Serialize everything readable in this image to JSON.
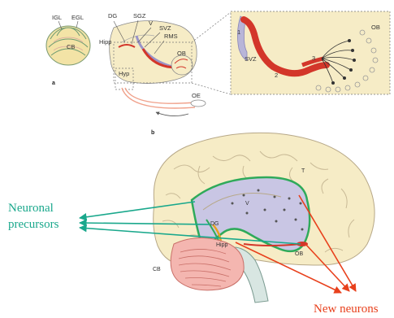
{
  "panels": {
    "a": "a",
    "b": "b"
  },
  "panel_a": {
    "labels": {
      "igl": "IGL",
      "egl": "EGL",
      "cb": "CB",
      "dg": "DG",
      "sgz": "SGZ",
      "v": "V",
      "svz": "SVZ",
      "rms": "RMS",
      "hipp": "Hipp",
      "hyp": "Hyp",
      "ob": "OB",
      "oe": "OE"
    },
    "inset": {
      "svz": "SVZ",
      "ob": "OB",
      "step1": "1",
      "step2": "2",
      "step3": "3"
    }
  },
  "panel_b": {
    "labels": {
      "t": "T",
      "v": "V",
      "dg": "DG",
      "hipp": "Hipp",
      "ob": "OB",
      "cb": "CB"
    }
  },
  "annotations": {
    "neuronal_precursors_line1": "Neuronal",
    "neuronal_precursors_line2": "precursors",
    "new_neurons": "New neurons"
  },
  "colors": {
    "precursor_arrows": "#1aa88c",
    "new_neuron_arrows": "#e8401c",
    "ventricle_fill": "#c9c6e4",
    "rms_red": "#d3362a",
    "brain_tan": "#f6ecc6",
    "cerebellum_pink": "#f4b6b0"
  }
}
